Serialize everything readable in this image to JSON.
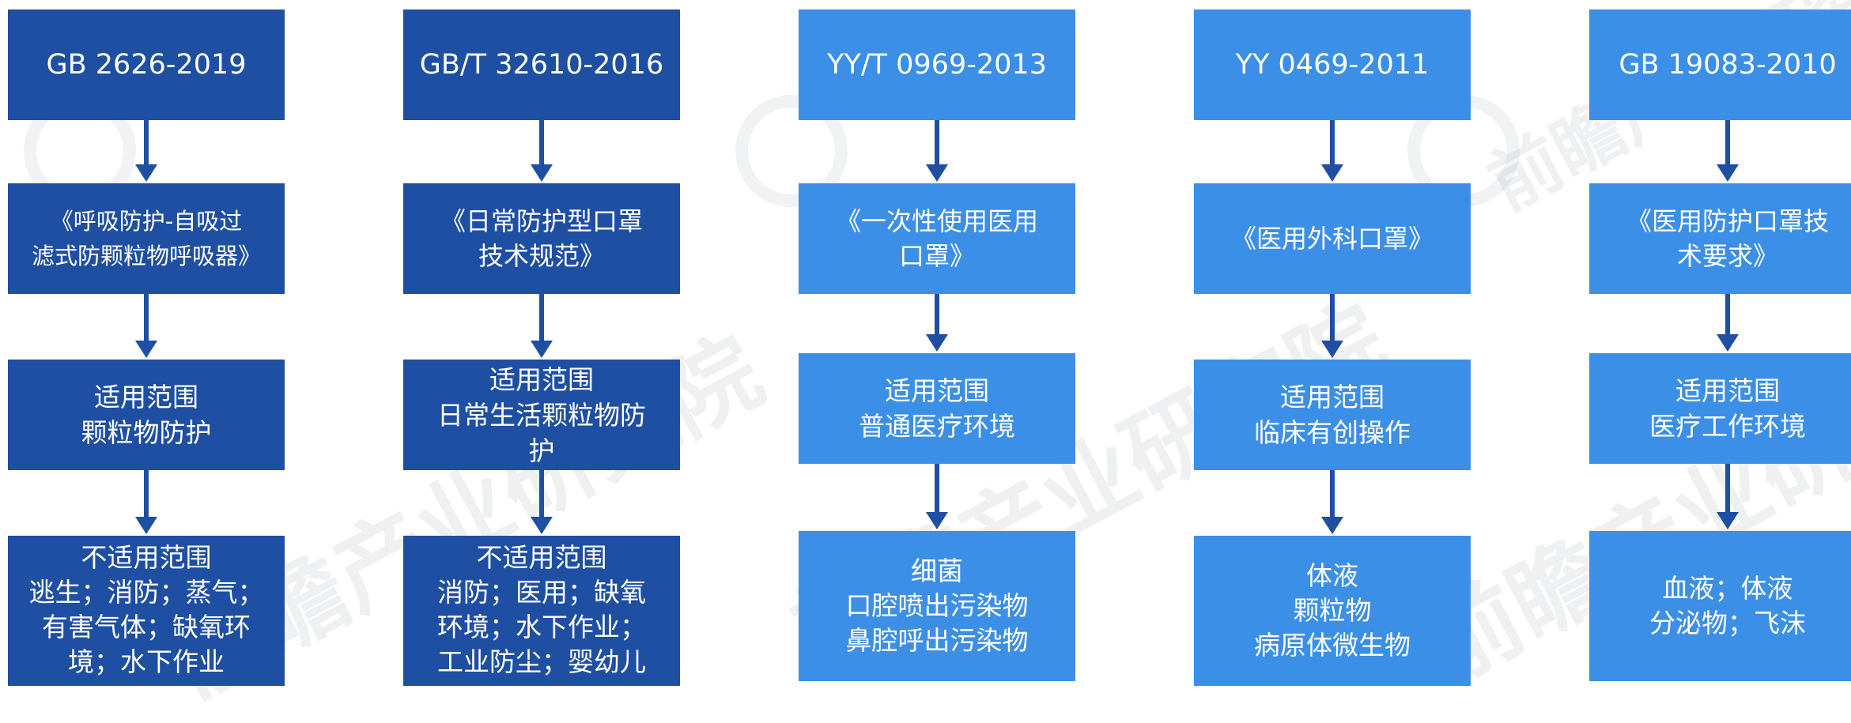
{
  "watermark": {
    "brand": "前瞻产业研究院"
  },
  "columns": [
    {
      "color": "#1e4fa3",
      "standard": "GB 2626-2019",
      "name": "《呼吸防护-自吸过\n滤式防颗粒物呼吸器》",
      "scope": "适用范围\n颗粒物防护",
      "not_applicable": "不适用范围\n逃生；消防；蒸气；\n有害气体；缺氧环\n境；水下作业"
    },
    {
      "color": "#1e4fa3",
      "standard": "GB/T 32610-2016",
      "name": "《日常防护型口罩\n技术规范》",
      "scope": "适用范围\n日常生活颗粒物防\n护",
      "not_applicable": "不适用范围\n消防；医用；缺氧\n环境；水下作业；\n工业防尘；婴幼儿"
    },
    {
      "color": "#3c8fe6",
      "standard": "YY/T 0969-2013",
      "name": "《一次性使用医用\n口罩》",
      "scope": "适用范围\n普通医疗环境",
      "not_applicable": "细菌\n口腔喷出污染物\n鼻腔呼出污染物"
    },
    {
      "color": "#3c8fe6",
      "standard": "YY 0469-2011",
      "name": "《医用外科口罩》",
      "scope": "适用范围\n临床有创操作",
      "not_applicable": "体液\n颗粒物\n病原体微生物"
    },
    {
      "color": "#3c8fe6",
      "standard": "GB 19083-2010",
      "name": "《医用防护口罩技\n术要求》",
      "scope": "适用范围\n医疗工作环境",
      "not_applicable": "血液；体液\n分泌物；飞沫"
    }
  ]
}
